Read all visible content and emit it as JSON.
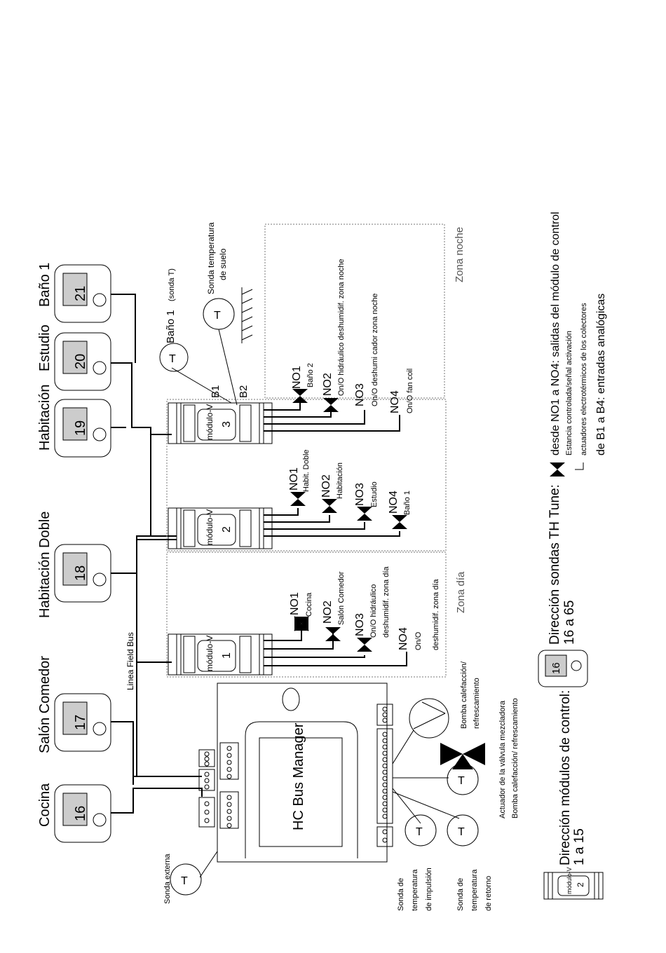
{
  "thermostats": [
    {
      "room": "Cocina",
      "address": "16"
    },
    {
      "room": "Salón Comedor",
      "address": "17"
    },
    {
      "room": "Habitación Doble",
      "address": "18"
    },
    {
      "room": "Habitación",
      "address": "19"
    },
    {
      "room": "Estudio",
      "address": "20"
    },
    {
      "room": "Baño 1",
      "address": "21"
    }
  ],
  "bus_label": "Linea Field Bus",
  "manager_label": "HC Bus Manager",
  "zones": {
    "day": "Zona día",
    "night": "Zona noche"
  },
  "modules": [
    {
      "label": "módulo-V",
      "number": "1",
      "outputs": [
        {
          "id": "NO1",
          "desc": "Cocina"
        },
        {
          "id": "NO2",
          "desc": "Salón Comedor"
        },
        {
          "id": "NO3",
          "desc": "On/O   hidráulico",
          "desc2": "deshumidif. zona día"
        },
        {
          "id": "NO4",
          "desc": "On/O",
          "desc2": "deshumidif. zona día"
        }
      ]
    },
    {
      "label": "módulo-V",
      "number": "2",
      "outputs": [
        {
          "id": "NO1",
          "desc": "Habit. Doble"
        },
        {
          "id": "NO2",
          "desc": "Habitación"
        },
        {
          "id": "NO3",
          "desc": "Estudio"
        },
        {
          "id": "NO4",
          "desc": "Baño 1"
        }
      ]
    },
    {
      "label": "módulo-V",
      "number": "3",
      "outputs": [
        {
          "id": "NO1",
          "desc": "Baño 2"
        },
        {
          "id": "NO2",
          "desc": "On/O   hidráulico deshumidif. zona noche"
        },
        {
          "id": "NO3",
          "desc": "On/O   deshumi  cador zona noche"
        },
        {
          "id": "NO4",
          "desc": "On/O   fan coil"
        }
      ]
    }
  ],
  "sensors": {
    "t_symbol": "T",
    "b1": "B1",
    "b2": "B2",
    "bano_sensor": "Baño 1",
    "bano_sensor_note": "(sonda T)",
    "floor_sensor_line1": "Sonda temperatura",
    "floor_sensor_line2": "de suelo",
    "external": "Sonda externa",
    "impulsion": [
      "Sonda de",
      "temperatura",
      "de impulsión"
    ],
    "return": [
      "Sonda de",
      "temperatura",
      "de retorno"
    ]
  },
  "pump": [
    "Bomba calefacción/",
    "refrescamiento"
  ],
  "mixing_valve": [
    "Actuador de la válvula mezcladora",
    "Bomba calefacción/ refrescamiento"
  ],
  "legend": {
    "modules_address_1": "Dirección módulos de control:",
    "modules_address_2": "1 a 15",
    "probe_address_1": "Dirección sondas TH Tune:",
    "probe_address_2": "16 a 65",
    "legend_probe_num": "16",
    "legend_module_label": "módulo-V",
    "legend_module_num": "2",
    "outputs_1": "desde NO1 a NO4: salidas del módulo de control",
    "outputs_2": "Estancia controlada/señal activación",
    "outputs_3": "actuadores electrotérmicos de los colectores",
    "outputs_4": "de B1 a B4: entradas analógicas"
  }
}
